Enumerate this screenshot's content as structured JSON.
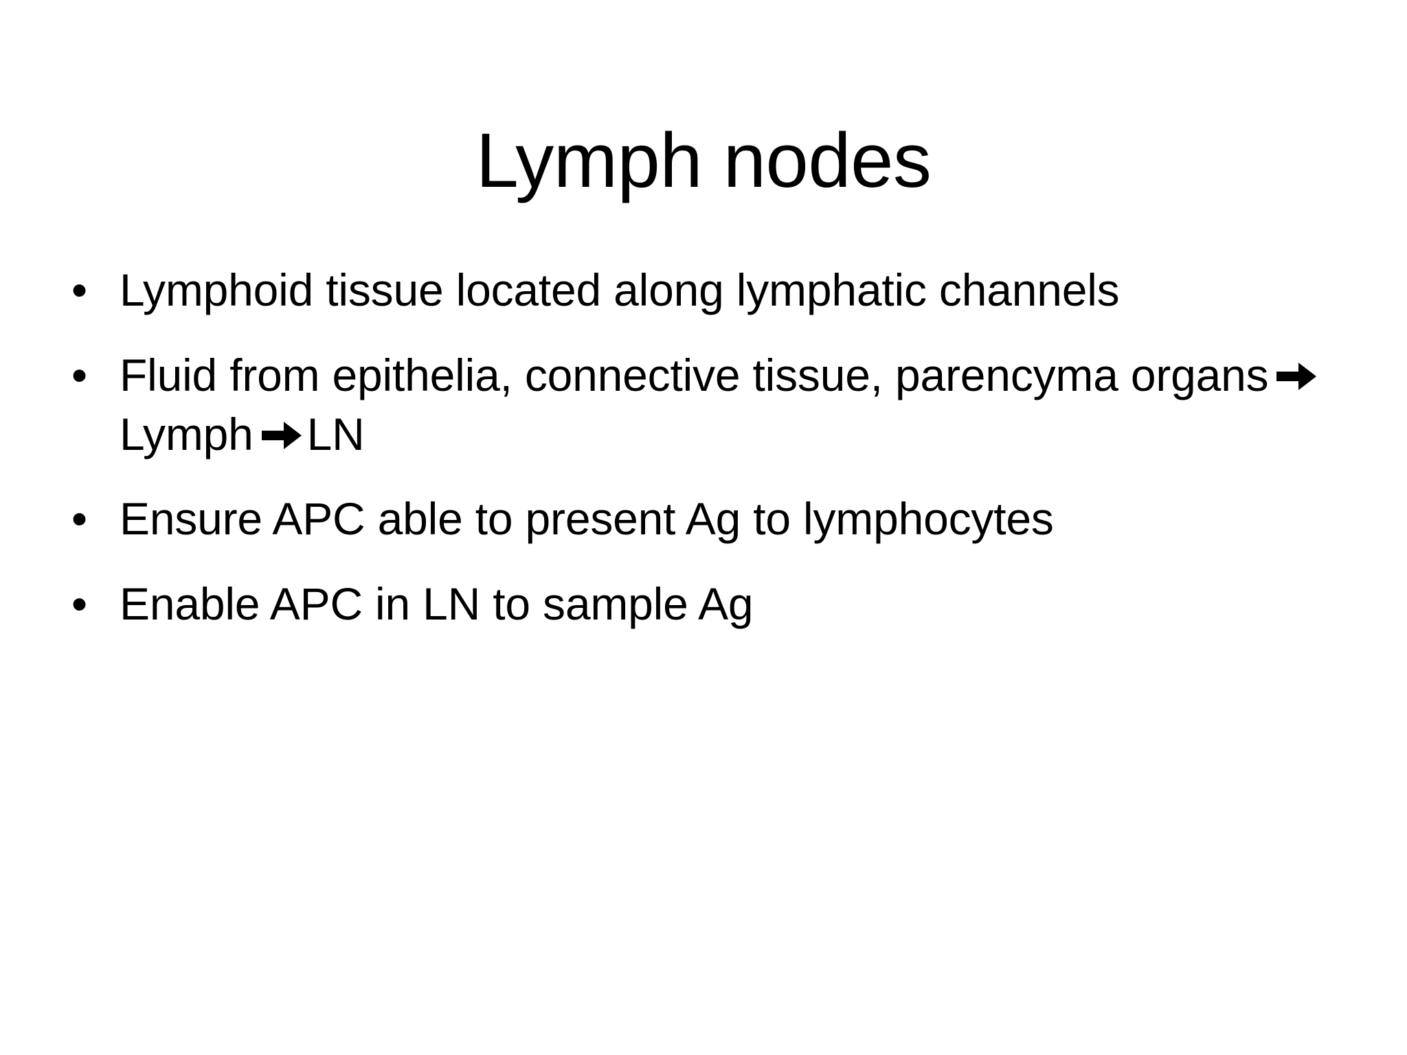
{
  "slide": {
    "background_color": "#ffffff",
    "text_color": "#000000",
    "title": "Lymph nodes",
    "bullet_marker": "•",
    "arrow_glyph": "➔",
    "bullets": [
      {
        "id": "bullet-lymphoid-tissue",
        "text": "Lymphoid tissue located along lymphatic channels",
        "segments": [
          {
            "type": "text",
            "value": "Lymphoid tissue located along lymphatic channels"
          }
        ]
      },
      {
        "id": "bullet-fluid-from-epithelia",
        "text": "Fluid from epithelia, connective tissue, parencyma organs ➔ Lymph ➔ LN",
        "segments": [
          {
            "type": "text",
            "value": "Fluid from epithelia, connective tissue, parencyma organs"
          },
          {
            "type": "arrow",
            "value": "➔"
          },
          {
            "type": "text",
            "value": "Lymph"
          },
          {
            "type": "arrow",
            "value": "➔"
          },
          {
            "type": "text",
            "value": "LN"
          }
        ]
      },
      {
        "id": "bullet-ensure-apc",
        "text": "Ensure APC able to present Ag to lymphocytes",
        "segments": [
          {
            "type": "text",
            "value": "Ensure APC able to present Ag to lymphocytes"
          }
        ]
      },
      {
        "id": "bullet-enable-apc",
        "text": "Enable APC in LN to sample Ag",
        "segments": [
          {
            "type": "text",
            "value": "Enable APC in LN to sample Ag"
          }
        ]
      }
    ]
  }
}
